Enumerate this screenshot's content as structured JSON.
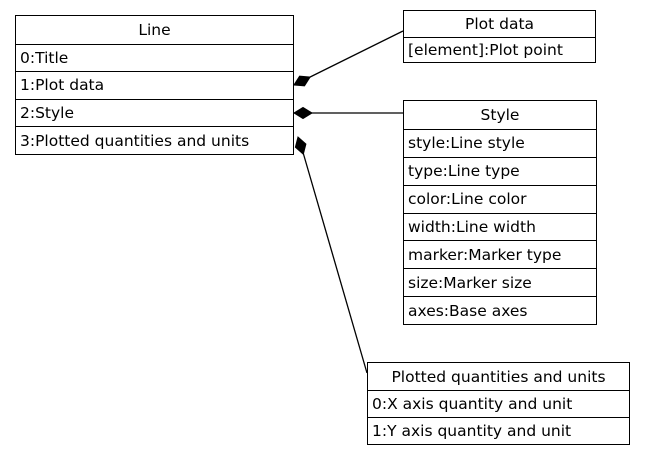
{
  "diagram": {
    "background_color": "#ffffff",
    "line_color": "#000000",
    "text_color": "#000000",
    "boxes": {
      "line": {
        "title": "Line",
        "rows": [
          "0:Title",
          "1:Plot data",
          "2:Style",
          "3:Plotted quantities and units"
        ]
      },
      "plot_data": {
        "title": "Plot data",
        "rows": [
          "[element]:Plot point"
        ]
      },
      "style": {
        "title": "Style",
        "rows": [
          "style:Line style",
          "type:Line type",
          "color:Line color",
          "width:Line width",
          "marker:Marker type",
          "size:Marker size",
          "axes:Base axes"
        ]
      },
      "plotted": {
        "title": "Plotted quantities and units",
        "rows": [
          "0:X axis quantity and unit",
          "1:Y axis quantity and unit"
        ]
      }
    },
    "connections": [
      {
        "from": "Line / 1:Plot data",
        "to": "Plot data",
        "type": "composition (filled diamond at Line end)"
      },
      {
        "from": "Line / 2:Style",
        "to": "Style",
        "type": "composition (filled diamond at Line end)"
      },
      {
        "from": "Line / 3:Plotted quantities and units",
        "to": "Plotted quantities and units",
        "type": "composition (filled diamond at Line end)"
      }
    ]
  }
}
